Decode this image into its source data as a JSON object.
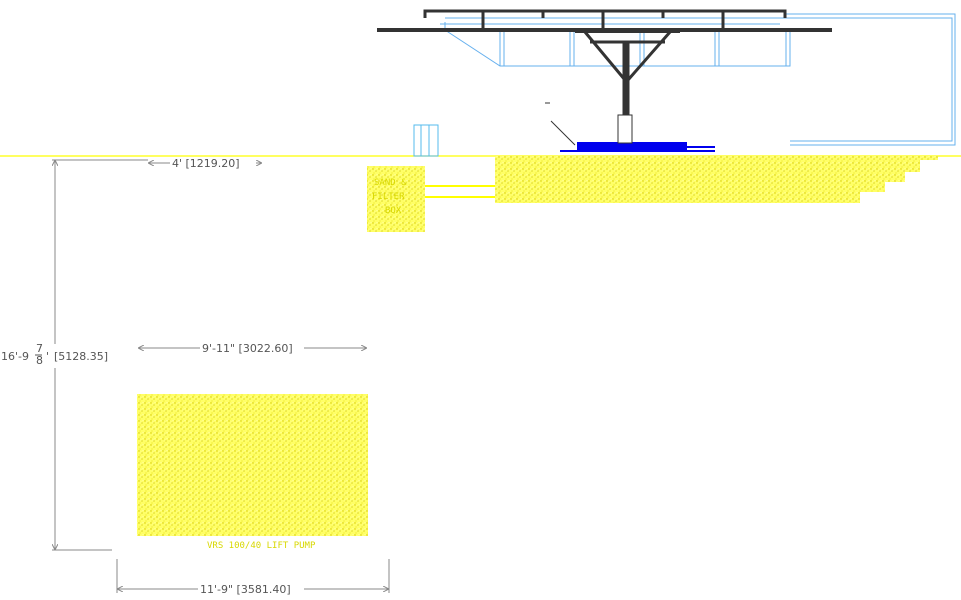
{
  "drawing": {
    "dimensions": {
      "vertical_total": "16'-9",
      "vertical_total_fraction_num": "7",
      "vertical_total_fraction_den": "8",
      "vertical_total_metric": "[5128.35]",
      "top_offset": "4' [1219.20]",
      "pit_inner_width": "9'-11\" [3022.60]",
      "pit_outer_width": "11'-9\" [3581.40]"
    },
    "labels": {
      "lift_pump": "VRS 100/40 LIFT PUMP",
      "filter_box_line1": "SAND &",
      "filter_box_line2": "FILTER",
      "filter_box_line3": "BOX"
    },
    "colors": {
      "ground_line": "#ffff00",
      "sand_fill": "#f2f200",
      "structure_steel": "#333333",
      "canopy_outline": "#55aaee",
      "base_plate": "#0000ee",
      "dimension_lines": "#888888"
    }
  }
}
